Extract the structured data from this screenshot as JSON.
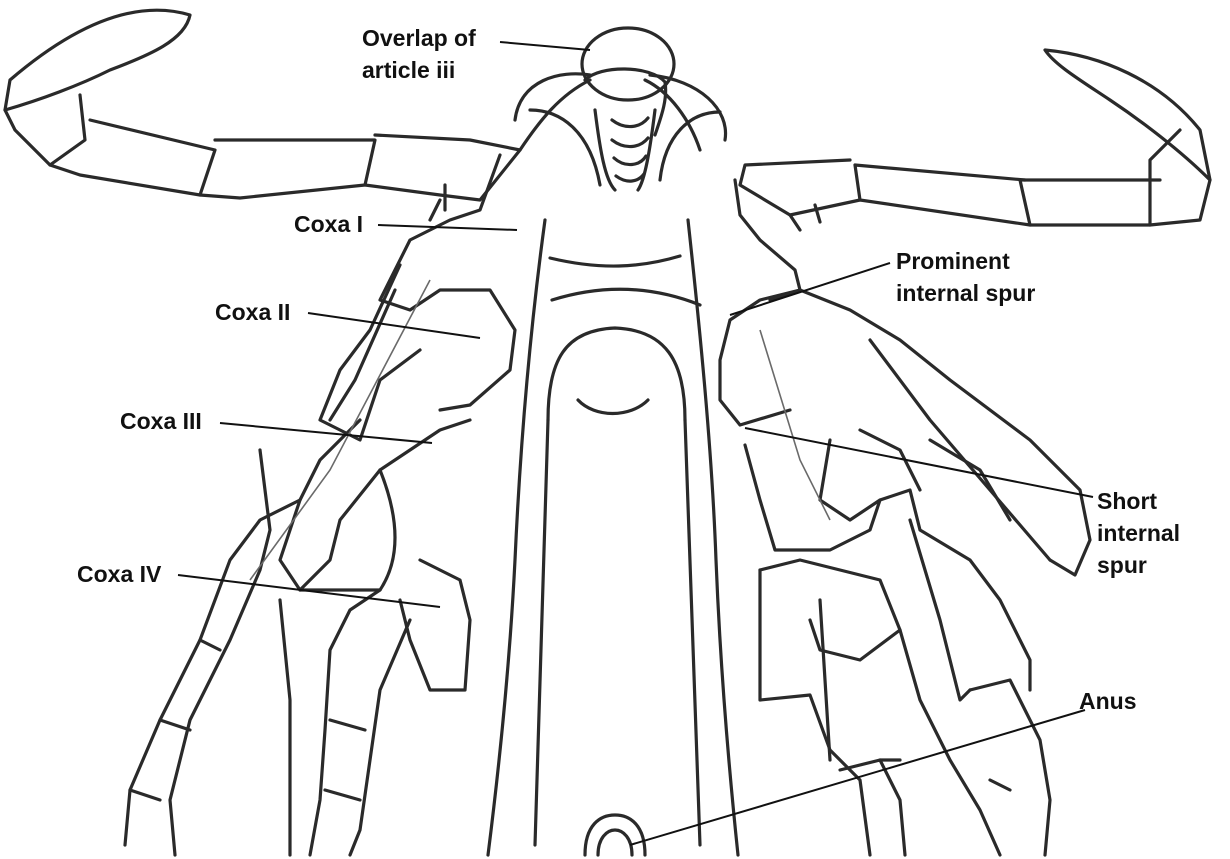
{
  "labels": {
    "overlap": [
      "Overlap of",
      "article iii"
    ],
    "coxa1": "Coxa I",
    "coxa2": "Coxa II",
    "coxa3": "Coxa III",
    "coxa4": "Coxa IV",
    "prominent": [
      "Prominent",
      "internal spur"
    ],
    "short": [
      "Short",
      "internal",
      "spur"
    ],
    "anus": "Anus"
  },
  "colors": {
    "ink": "#2a2a2a",
    "text": "#111111",
    "background": "#ffffff"
  }
}
